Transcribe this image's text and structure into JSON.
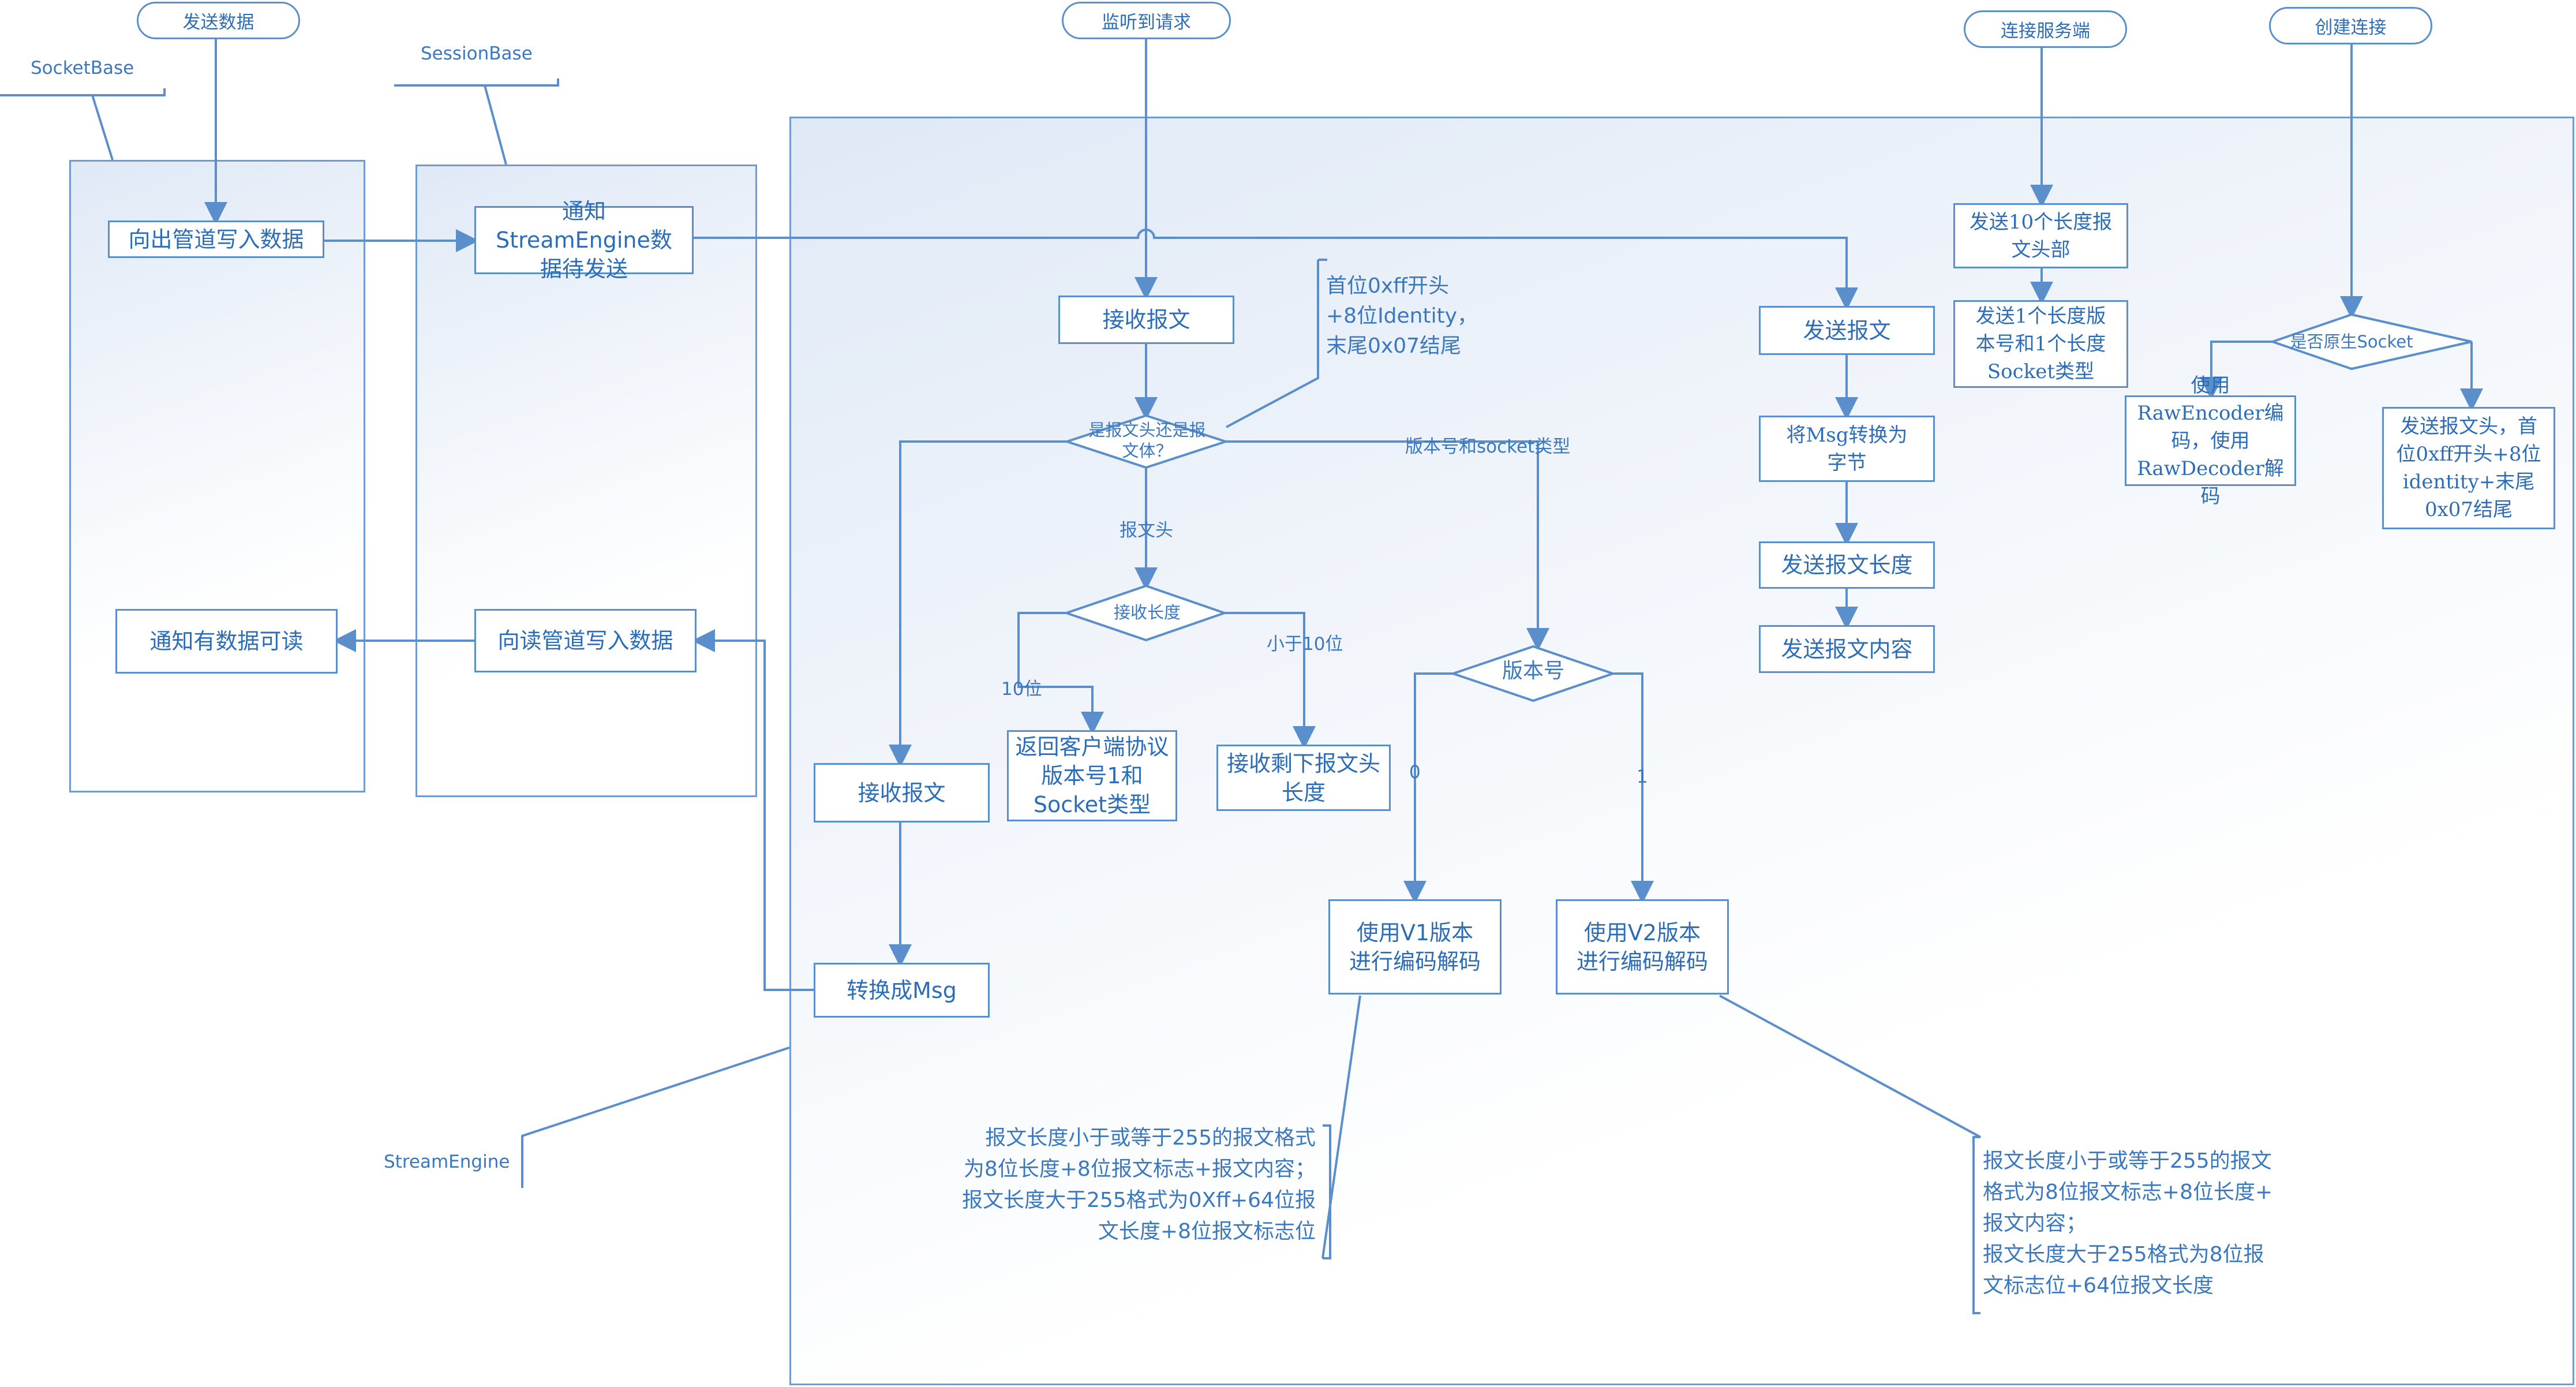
{
  "components": {
    "socketbase": "SocketBase",
    "sessionbase": "SessionBase",
    "streamengine": "StreamEngine"
  },
  "starts": {
    "send_data": "发送数据",
    "listen": "监听到请求",
    "connect_server": "连接服务端",
    "create_conn": "创建连接"
  },
  "boxes": {
    "write_out_pipe": "向出管道写入数据",
    "notify_readable": "通知有数据可读",
    "notify_engine": "通知StreamEngine数据待发送",
    "write_in_pipe": "向读管道写入数据",
    "recv_msg_top": "接收报文",
    "recv_msg_left": "接收报文",
    "to_msg": "转换成Msg",
    "return_proto": "返回客户端协议版本号1和Socket类型",
    "recv_rest": "接收剩下报文头长度",
    "use_v1": "使用V1版本进行编码解码",
    "use_v2": "使用V2版本进行编码解码",
    "send_msg": "发送报文",
    "msg_to_bytes": "将Msg转换为字节",
    "send_len": "发送报文长度",
    "send_content": "发送报文内容",
    "send_10_header": "发送10个长度报文头部",
    "send_1_version": "发送1个长度版本号和1个长度Socket类型",
    "use_raw": "使用RawEncoder编码，使用RawDecoder解码",
    "send_header_identity": "发送报文头，首位0xff开头+8位identity+末尾0x07结尾"
  },
  "decisions": {
    "is_header": "是报文头还是报文体？",
    "recv_length": "接收长度",
    "version": "版本号",
    "is_raw": "是否原生Socket"
  },
  "edge_labels": {
    "header": "报文头",
    "version_socket": "版本号和socket类型",
    "ten_bits": "10位",
    "less_10": "小于10位",
    "zero": "0",
    "one": "1"
  },
  "notes": {
    "header_format": "首位0xff开头\n+8位Identity，\n末尾0x07结尾",
    "v1_format": "报文长度小于或等于255的报文格式\n为8位长度+8位报文标志+报文内容；\n报文长度大于255格式为0Xff+64位报\n文长度+8位报文标志位",
    "v2_format": "报文长度小于或等于255的报文\n格式为8位报文标志+8位长度+\n报文内容；\n报文长度大于255格式为8位报\n文标志位+64位报文长度"
  },
  "colors": {
    "line": "#5b8fcc",
    "text": "#2c6db8",
    "panel_fill": "#e4ecf7"
  }
}
